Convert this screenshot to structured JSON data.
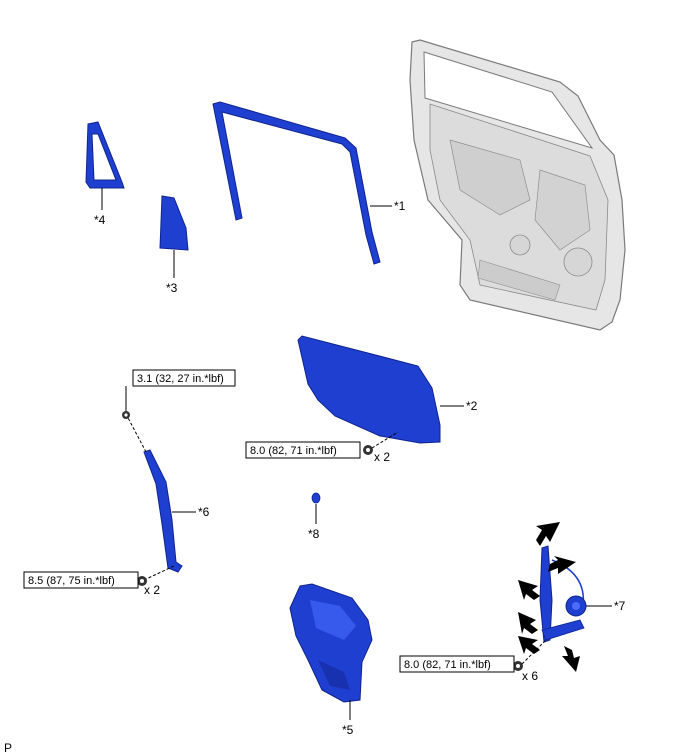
{
  "colors": {
    "part_blue": "#1f3fd0",
    "part_blue_dark": "#0f248f",
    "part_blue_light": "#4a6cff",
    "door_gray": "#e6e6e6",
    "door_outline": "#7a7a7a"
  },
  "callouts": {
    "c1": "*1",
    "c2": "*2",
    "c3": "*3",
    "c4": "*4",
    "c5": "*5",
    "c6": "*6",
    "c7": "*7",
    "c8": "*8"
  },
  "torques": {
    "t_channel_upper": "3.1 (32, 27 in.*lbf)",
    "t_glass": "8.0 (82, 71 in.*lbf)",
    "t_channel_lower": "8.5 (87, 75 in.*lbf)",
    "t_regulator": "8.0 (82, 71 in.*lbf)"
  },
  "quantities": {
    "q_glass": "x 2",
    "q_channel_lower": "x 2",
    "q_regulator": "x 6"
  },
  "footer": {
    "mark": "P"
  },
  "icons": [
    "bolt-icon",
    "arrow-icon"
  ]
}
